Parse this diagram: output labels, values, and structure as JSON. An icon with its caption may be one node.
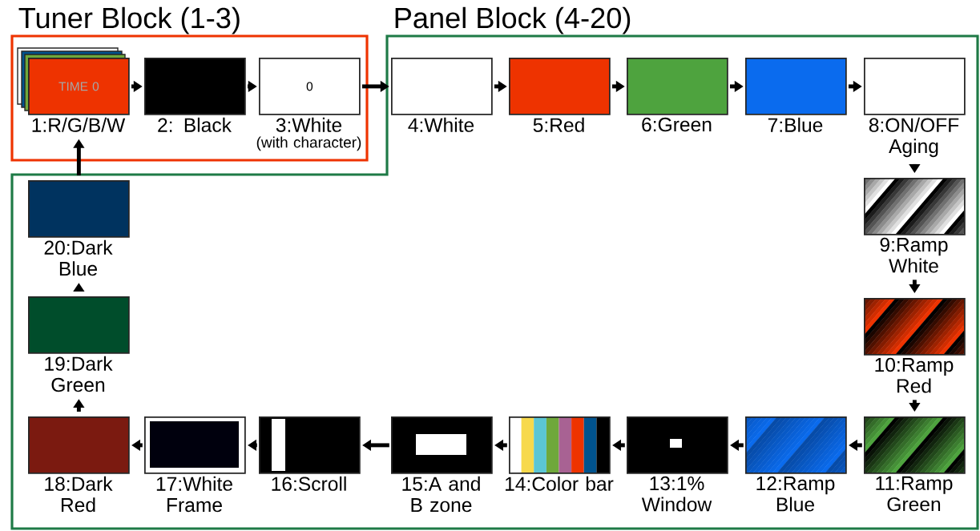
{
  "diagram": {
    "nodes": [
      {
        "text": [
          "Tuner Block (1-3)"
        ]
      },
      {
        "text": [
          "Panel Block (4-20)"
        ]
      },
      {
        "text": [
          "TIME 0",
          "1:R/G/B/W"
        ],
        "in": 0
      },
      {
        "text": [
          "2: Black"
        ],
        "in": 0
      },
      {
        "text": [
          "0",
          "3:White",
          "(with character)"
        ],
        "in": 0
      },
      {
        "text": [
          "4:White"
        ],
        "in": 1
      },
      {
        "text": [
          "5:Red"
        ],
        "in": 1
      },
      {
        "text": [
          "6:Green"
        ],
        "in": 1
      },
      {
        "text": [
          "7:Blue"
        ],
        "in": 1
      },
      {
        "text": [
          "8:ON/OFF Aging"
        ],
        "in": 1
      },
      {
        "text": [
          "9:Ramp White"
        ],
        "in": 1
      },
      {
        "text": [
          "10:Ramp Red"
        ],
        "in": 1
      },
      {
        "text": [
          "11:Ramp Green"
        ],
        "in": 1
      },
      {
        "text": [
          "12:Ramp Blue"
        ],
        "in": 1
      },
      {
        "text": [
          "13:1% Window"
        ],
        "in": 1
      },
      {
        "text": [
          "14:Color bar"
        ],
        "in": 1
      },
      {
        "text": [
          "15:A and B zone"
        ],
        "in": 1
      },
      {
        "text": [
          "16:Scroll"
        ],
        "in": 1
      },
      {
        "text": [
          "17:White Frame"
        ],
        "in": 1
      },
      {
        "text": [
          "18:Dark Red"
        ],
        "in": 1
      },
      {
        "text": [
          "19:Dark Green"
        ],
        "in": 1
      },
      {
        "text": [
          "20:Dark Blue"
        ],
        "in": 1
      }
    ],
    "edges": [
      {
        "from": 2,
        "to": 3,
        "arrow": "to"
      },
      {
        "from": 3,
        "to": 4,
        "arrow": "to"
      },
      {
        "from": 4,
        "to": 5,
        "arrow": "to"
      },
      {
        "from": 5,
        "to": 6,
        "arrow": "to"
      },
      {
        "from": 6,
        "to": 7,
        "arrow": "to"
      },
      {
        "from": 7,
        "to": 8,
        "arrow": "to"
      },
      {
        "from": 8,
        "to": 9,
        "arrow": "to"
      },
      {
        "from": 9,
        "to": 10,
        "arrow": "to"
      },
      {
        "from": 10,
        "to": 11,
        "arrow": "to"
      },
      {
        "from": 11,
        "to": 12,
        "arrow": "to"
      },
      {
        "from": 12,
        "to": 13,
        "arrow": "to"
      },
      {
        "from": 13,
        "to": 14,
        "arrow": "to"
      },
      {
        "from": 14,
        "to": 15,
        "arrow": "to"
      },
      {
        "from": 15,
        "to": 16,
        "arrow": "to"
      },
      {
        "from": 16,
        "to": 17,
        "arrow": "to"
      },
      {
        "from": 17,
        "to": 18,
        "arrow": "to"
      },
      {
        "from": 18,
        "to": 19,
        "arrow": "to"
      },
      {
        "from": 19,
        "to": 20,
        "arrow": "to"
      },
      {
        "from": 20,
        "to": 21,
        "arrow": "to"
      },
      {
        "from": 21,
        "to": 2,
        "arrow": "to"
      }
    ]
  }
}
